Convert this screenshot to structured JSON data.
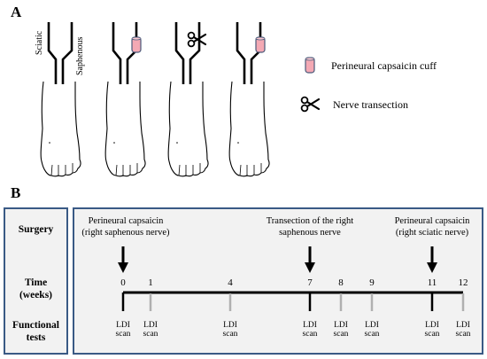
{
  "panel_a": {
    "letter": "A",
    "nerve_labels": {
      "sciatic": "Sciatic",
      "saphenous": "Saphenous"
    },
    "legend": [
      {
        "icon": "capsaicin-cuff",
        "label": "Perineural capsaicin cuff"
      },
      {
        "icon": "scissors",
        "label": "Nerve transection"
      }
    ],
    "colors": {
      "cuff_fill": "#f4a9b4",
      "cuff_stroke": "#4a5a7a"
    }
  },
  "panel_b": {
    "letter": "B",
    "row_labels": {
      "surgery": "Surgery",
      "time_line1": "Time",
      "time_line2": "(weeks)",
      "functional_line1": "Functional",
      "functional_line2": "tests"
    },
    "events": [
      {
        "line1": "Perineural capsaicin",
        "line2": "(right saphenous nerve)",
        "week": "0"
      },
      {
        "line1": "Transection of the right",
        "line2": "saphenous nerve",
        "week": "7"
      },
      {
        "line1": "Perineural capsaicin",
        "line2": "(right sciatic nerve)",
        "week": "11"
      }
    ],
    "weeks": [
      "0",
      "1",
      "4",
      "7",
      "8",
      "9",
      "11",
      "12"
    ],
    "scan_label": {
      "line1": "LDI",
      "line2": "scan"
    },
    "colors": {
      "border": "#3a5a85",
      "panel_bg": "#f2f2f2",
      "minor_tick": "#b0b0b0"
    }
  }
}
